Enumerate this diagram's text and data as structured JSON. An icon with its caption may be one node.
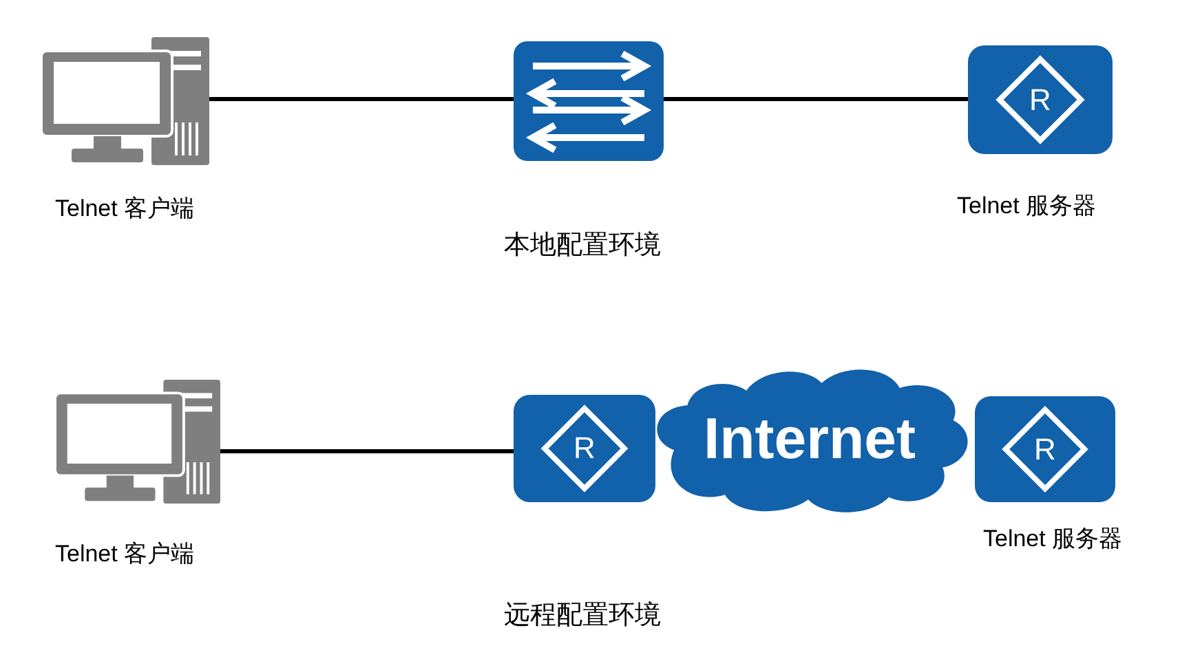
{
  "diagram": {
    "nodes": [
      {
        "text": [],
        "shape": "computer",
        "beside": [
          "Telnet 客户端"
        ]
      },
      {
        "text": [],
        "shape": "switch"
      },
      {
        "text": [
          "R"
        ],
        "beside": [
          "Telnet 服务器"
        ]
      },
      {
        "text": [],
        "shape": "computer",
        "beside": [
          "Telnet 客户端"
        ]
      },
      {
        "text": [
          "R"
        ]
      },
      {
        "text": [
          "Internet"
        ]
      },
      {
        "text": [
          "R"
        ],
        "beside": [
          "Telnet 服务器"
        ]
      }
    ],
    "edges": [
      {
        "from": 0,
        "to": 1,
        "arrow": "none"
      },
      {
        "from": 1,
        "to": 2,
        "arrow": "none"
      },
      {
        "from": 3,
        "to": 4,
        "arrow": "none"
      }
    ],
    "labels": [
      "本地配置环境",
      "远程配置环境"
    ]
  }
}
